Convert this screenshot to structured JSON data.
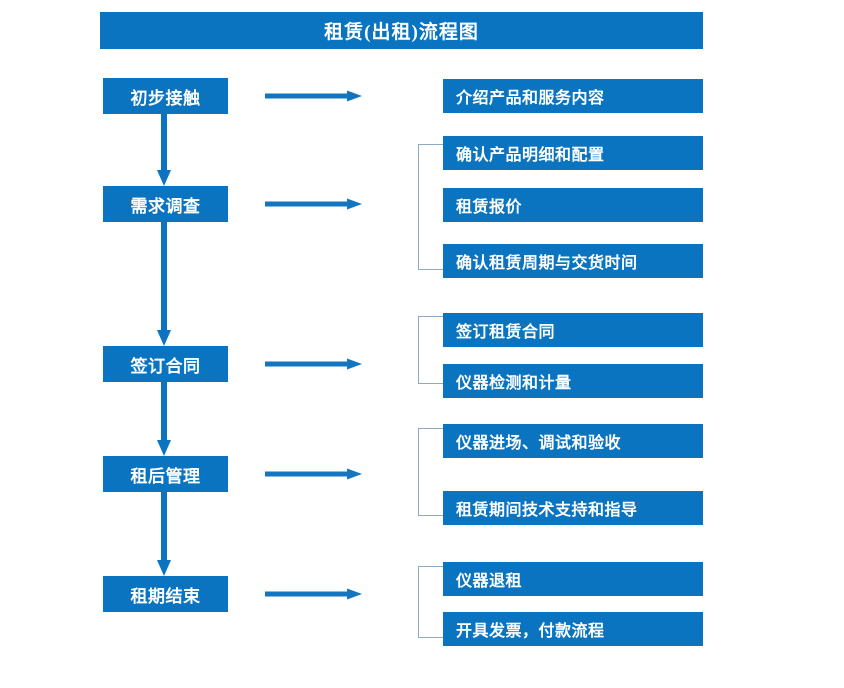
{
  "diagram": {
    "title": "租赁(出租)流程图",
    "accent_color": "#0a74c0",
    "bracket_color": "#8fa9c4",
    "text_color": "#ffffff",
    "background_color": "#ffffff",
    "stages": [
      {
        "label": "初步接触"
      },
      {
        "label": "需求调查"
      },
      {
        "label": "签订合同"
      },
      {
        "label": "租后管理"
      },
      {
        "label": "租期结束"
      }
    ],
    "details": [
      {
        "label": "介绍产品和服务内容"
      },
      {
        "label": "确认产品明细和配置"
      },
      {
        "label": "租赁报价"
      },
      {
        "label": "确认租赁周期与交货时间"
      },
      {
        "label": "签订租赁合同"
      },
      {
        "label": "仪器检测和计量"
      },
      {
        "label": "仪器进场、调试和验收"
      },
      {
        "label": "租赁期间技术支持和指导"
      },
      {
        "label": "仪器退租"
      },
      {
        "label": "开具发票，付款流程"
      }
    ]
  }
}
